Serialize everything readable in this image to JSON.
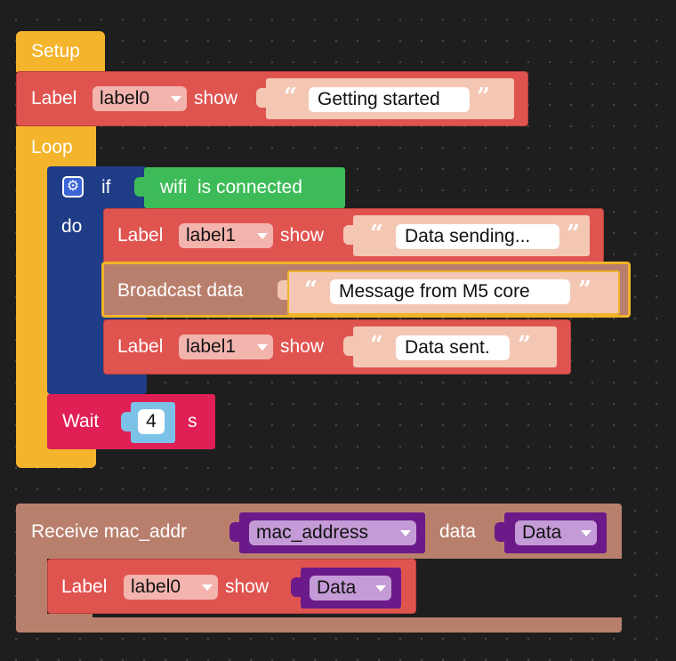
{
  "setup": {
    "hat_label": "Setup",
    "label_block": {
      "prefix": "Label",
      "target": "label0",
      "verb": "show",
      "text": "Getting started"
    }
  },
  "loop": {
    "hat_label": "Loop",
    "if_block": {
      "if_word": "if",
      "do_word": "do",
      "condition": "wifi  is connected",
      "statements": [
        {
          "prefix": "Label",
          "target": "label1",
          "verb": "show",
          "text": "Data sending..."
        },
        {
          "prefix": "Broadcast data",
          "text": "Message from M5 core"
        },
        {
          "prefix": "Label",
          "target": "label1",
          "verb": "show",
          "text": "Data sent."
        }
      ]
    },
    "wait_block": {
      "prefix": "Wait",
      "value": "4",
      "unit": "s"
    }
  },
  "receive": {
    "prefix": "Receive mac_addr",
    "mac_var": "mac_address",
    "data_word": "data",
    "data_var": "Data",
    "label_block": {
      "prefix": "Label",
      "target": "label0",
      "verb": "show",
      "value": "Data"
    }
  },
  "quote_open": "“",
  "quote_close": "”",
  "colors": {
    "event_yellow": "#f4b42c",
    "label_red": "#e05450",
    "logic_navy": "#1f3c86",
    "wifi_green": "#3dbb58",
    "espnow_brown": "#b97f6d",
    "timing_crimson": "#e01f55",
    "variable_purple": "#6b1a89",
    "selection_outline": "#f0b429"
  },
  "icons": [
    "gear-icon",
    "dropdown-arrow-icon"
  ]
}
